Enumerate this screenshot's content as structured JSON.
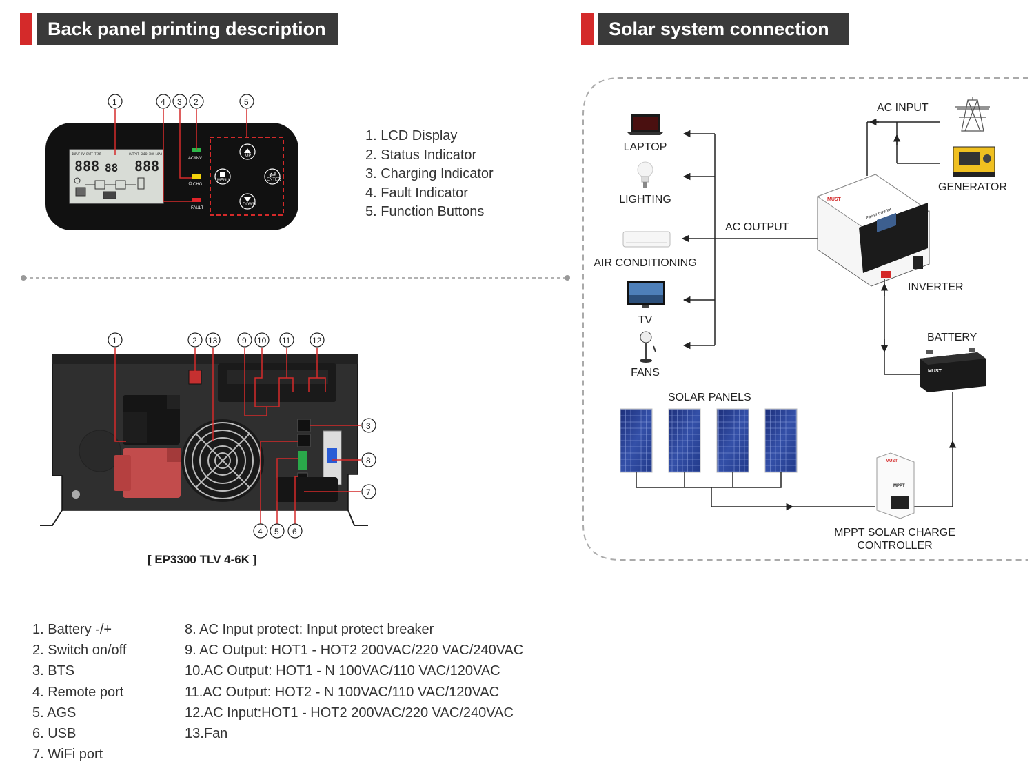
{
  "headers": {
    "back_panel": "Back panel printing description",
    "solar_system": "Solar system connection"
  },
  "front_panel": {
    "callouts": [
      "1",
      "4",
      "3",
      "2",
      "5"
    ],
    "legend": [
      "1.  LCD Display",
      "2.  Status Indicator",
      "3.  Charging Indicator",
      "4.  Fault Indicator",
      "5.  Function Buttons"
    ],
    "indicators": {
      "ac_inv": "AC/INV",
      "chg": "CHG",
      "fault": "FAULT"
    },
    "buttons": {
      "up": "UP",
      "menu": "MENU",
      "enter": "ENTER",
      "down": "DOWN"
    },
    "lcd": {
      "input": "INPUT",
      "pv_batt_temp": "PV BATT TEMP",
      "output": "OUTPUT GRID INV LOAD",
      "left_digits": "888",
      "mid_digits": "88",
      "right_digits": "888"
    }
  },
  "back_panel": {
    "callouts_top": [
      "1",
      "2",
      "13",
      "9",
      "10",
      "11",
      "12"
    ],
    "callouts_right": [
      "3",
      "8",
      "7"
    ],
    "callouts_bottom": [
      "4",
      "5",
      "6"
    ],
    "model": "[ EP3300 TLV 4-6K ]"
  },
  "bottom_list": {
    "left": [
      "1.  Battery -/+",
      "2.  Switch on/off",
      "3.  BTS",
      "4.  Remote port",
      "5.  AGS",
      "6.  USB",
      "7.  WiFi port"
    ],
    "right": [
      "8.  AC Input protect: Input protect breaker",
      "9.  AC Output: HOT1 - HOT2 200VAC/220 VAC/240VAC",
      "10.AC Output: HOT1 - N 100VAC/110 VAC/120VAC",
      "11.AC Output: HOT2 - N 100VAC/110 VAC/120VAC",
      "12.AC Input:HOT1 - HOT2 200VAC/220 VAC/240VAC",
      "13.Fan"
    ]
  },
  "solar_diagram": {
    "laptop": "LAPTOP",
    "lighting": "LIGHTING",
    "air_conditioning": "AIR CONDITIONING",
    "tv": "TV",
    "fans": "FANS",
    "ac_output": "AC OUTPUT",
    "ac_input": "AC INPUT",
    "generator": "GENERATOR",
    "inverter": "INVERTER",
    "battery": "BATTERY",
    "solar_panels": "SOLAR PANELS",
    "mppt_line1": "MPPT SOLAR CHARGE",
    "mppt_line2": "CONTROLLER",
    "inverter_brand": "MUST",
    "inverter_text": "Power Inverter",
    "battery_brand": "MUST",
    "mppt_brand": "MUST",
    "mppt_text": "MPPT"
  },
  "colors": {
    "accent_red": "#d42a2a",
    "header_dark": "#3a3a3a"
  }
}
